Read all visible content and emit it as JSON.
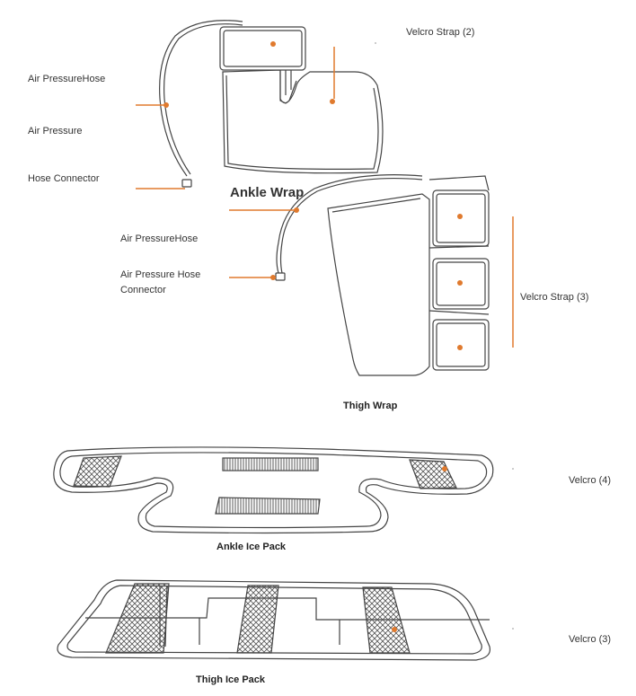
{
  "labels": {
    "velcro_strap_2": "Velcro Strap (2)",
    "air_pressure_hose_1": "Air PressureHose",
    "air_pressure_1": "Air Pressure",
    "hose_connector_1": "Hose  Connector",
    "ankle_wrap": "Ankle Wrap",
    "air_pressure_hose_2": "Air PressureHose",
    "air_pressure_hose_connector_2_line1": "Air Pressure Hose",
    "air_pressure_hose_connector_2_line2": "Connector",
    "velcro_strap_3": "Velcro Strap (3)",
    "thigh_wrap": "Thigh Wrap",
    "velcro_4": "Velcro (4)",
    "ankle_ice_pack": "Ankle Ice Pack",
    "velcro_3": "Velcro (3)",
    "thigh_ice_pack": "Thigh Ice Pack"
  },
  "colors": {
    "leader": "#e07a2e",
    "outline": "#444444",
    "hatch": "#555555"
  }
}
